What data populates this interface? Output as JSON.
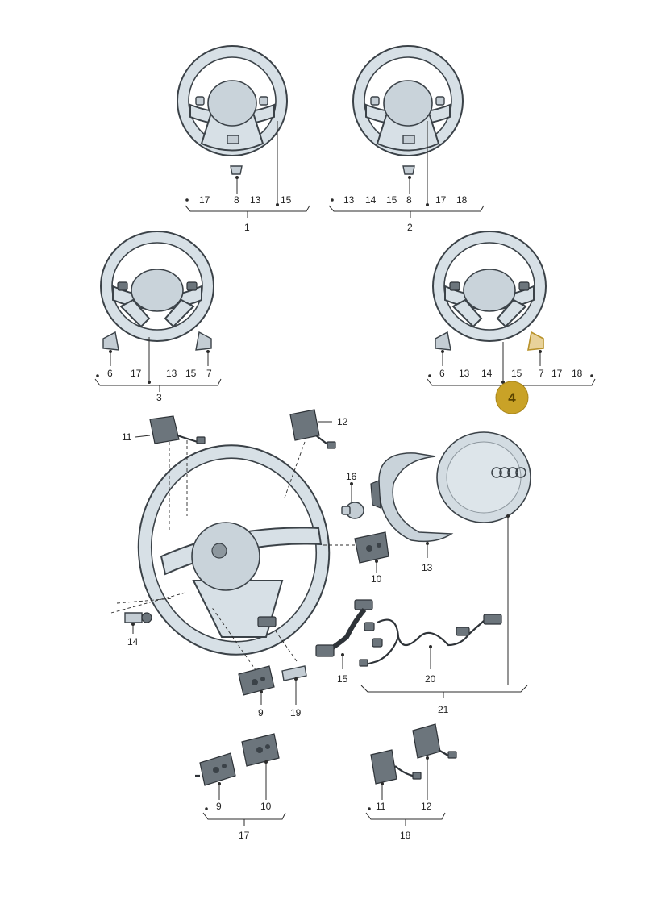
{
  "assemblies": [
    {
      "id": "a1",
      "group": "1",
      "labels": [
        "17",
        "8",
        "13",
        "15"
      ]
    },
    {
      "id": "a2",
      "group": "2",
      "labels": [
        "13",
        "14",
        "15",
        "8",
        "17",
        "18"
      ]
    },
    {
      "id": "a3",
      "group": "3",
      "labels": [
        "6",
        "17",
        "13",
        "15",
        "7"
      ]
    },
    {
      "id": "a4",
      "group": "4",
      "labels": [
        "6",
        "13",
        "14",
        "15",
        "7",
        "17",
        "18"
      ],
      "highlighted": true
    }
  ],
  "exploded": {
    "callouts": [
      "11",
      "12",
      "16",
      "10",
      "13",
      "14",
      "9",
      "19",
      "15",
      "20",
      "21"
    ]
  },
  "kits": [
    {
      "id": "k17",
      "group": "17",
      "labels": [
        "9",
        "10"
      ]
    },
    {
      "id": "k18",
      "group": "18",
      "labels": [
        "11",
        "12"
      ]
    }
  ],
  "colors": {
    "line": "#2b2b2b",
    "part_fill": "#d7e0e6",
    "highlight_badge": "#c9a227",
    "highlight_part": "#e8d29a"
  },
  "icons": {
    "airbag_logo": "four-rings-logo"
  }
}
